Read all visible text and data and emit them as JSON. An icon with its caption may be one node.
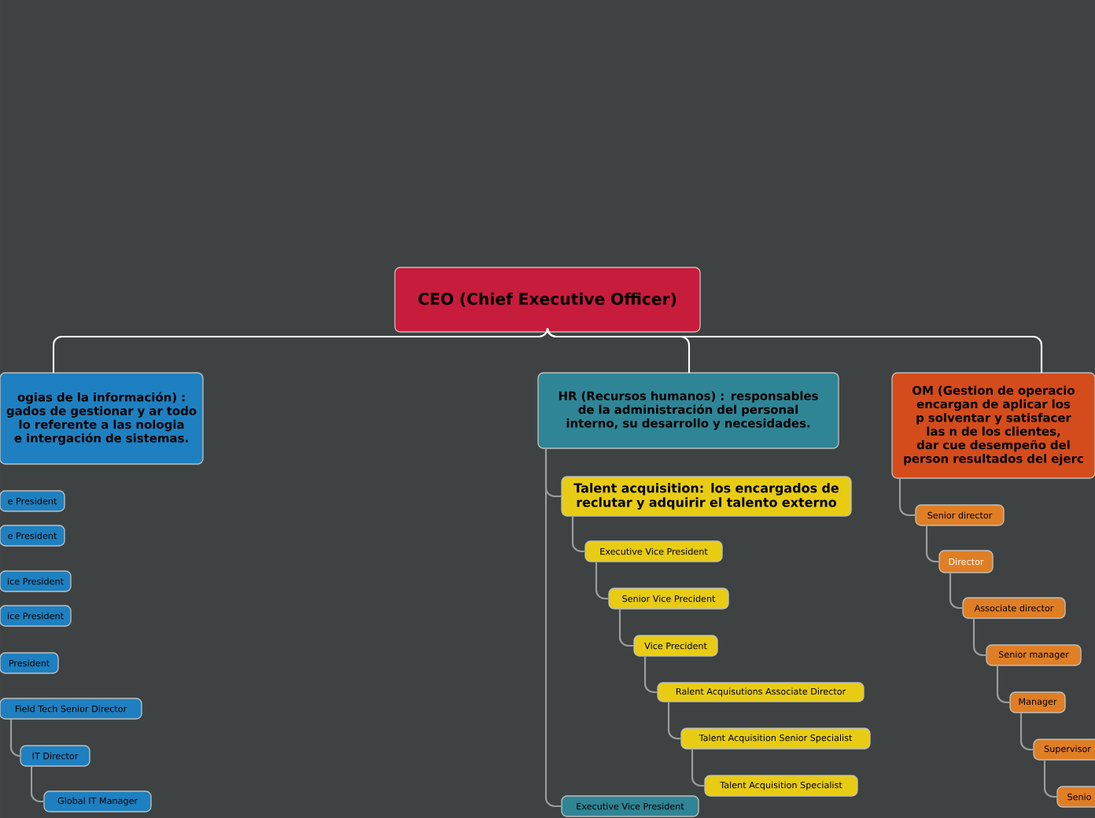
{
  "diagram": {
    "nodes": [
      {
        "text": [
          "CEO (Chief Executive Officer)"
        ]
      },
      {
        "text": [
          "ogias de la información) : gados de gestionar y ar todo lo referente a las nologia e intergación de sistemas."
        ]
      },
      {
        "text": [
          "e President"
        ]
      },
      {
        "text": [
          "e President"
        ]
      },
      {
        "text": [
          "ice President"
        ]
      },
      {
        "text": [
          "ice President"
        ]
      },
      {
        "text": [
          "President"
        ]
      },
      {
        "text": [
          "Field Tech Senior Director"
        ]
      },
      {
        "text": [
          "IT Director"
        ]
      },
      {
        "text": [
          "Global IT Manager"
        ]
      },
      {
        "text": [
          "HR (Recursos humanos) : responsables de la administración del personal interno, su desarrollo y necesidades."
        ]
      },
      {
        "text": [
          "Talent acquisition: los encargados de reclutar y adquirir el talento externo"
        ]
      },
      {
        "text": [
          "Executive Vice President"
        ]
      },
      {
        "text": [
          "Senior Vice Precident"
        ]
      },
      {
        "text": [
          "Vice Precident"
        ]
      },
      {
        "text": [
          "Ralent Acquisutions Associate Director"
        ]
      },
      {
        "text": [
          "Talent Acquisition Senior Specialist"
        ]
      },
      {
        "text": [
          "Talent Acquisition Specialist"
        ]
      },
      {
        "text": [
          "Executive Vice President"
        ]
      },
      {
        "text": [
          "OM (Gestion de operacio encargan de aplicar los p solventar y satisfacer las n de los clientes, dar cue desempeño del person resultados del ejerc"
        ]
      },
      {
        "text": [
          "Senior director"
        ]
      },
      {
        "text": [
          "Director"
        ]
      },
      {
        "text": [
          "Associate director"
        ]
      },
      {
        "text": [
          "Senior manager"
        ]
      },
      {
        "text": [
          "Manager"
        ]
      },
      {
        "text": [
          "Supervisor"
        ]
      },
      {
        "text": [
          "Senio"
        ]
      }
    ],
    "edges": [
      {
        "from": 0,
        "to": 1,
        "arrow": "none",
        "color": "#ffffff"
      },
      {
        "from": 0,
        "to": 10,
        "arrow": "none",
        "color": "#ffffff"
      },
      {
        "from": 0,
        "to": 19,
        "arrow": "none",
        "color": "#ffffff"
      },
      {
        "from": 7,
        "to": 8,
        "arrow": "none"
      },
      {
        "from": 8,
        "to": 9,
        "arrow": "none"
      },
      {
        "from": 10,
        "to": 11,
        "arrow": "none"
      },
      {
        "from": 11,
        "to": 12,
        "arrow": "none"
      },
      {
        "from": 12,
        "to": 13,
        "arrow": "none"
      },
      {
        "from": 13,
        "to": 14,
        "arrow": "none"
      },
      {
        "from": 14,
        "to": 15,
        "arrow": "none"
      },
      {
        "from": 15,
        "to": 16,
        "arrow": "none"
      },
      {
        "from": 16,
        "to": 17,
        "arrow": "none"
      },
      {
        "from": 10,
        "to": 18,
        "arrow": "none"
      },
      {
        "from": 19,
        "to": 20,
        "arrow": "none"
      },
      {
        "from": 20,
        "to": 21,
        "arrow": "none"
      },
      {
        "from": 21,
        "to": 22,
        "arrow": "none"
      },
      {
        "from": 22,
        "to": 23,
        "arrow": "none"
      },
      {
        "from": 23,
        "to": 24,
        "arrow": "none"
      },
      {
        "from": 24,
        "to": 25,
        "arrow": "none"
      },
      {
        "from": 25,
        "to": 26,
        "arrow": "none"
      }
    ]
  }
}
